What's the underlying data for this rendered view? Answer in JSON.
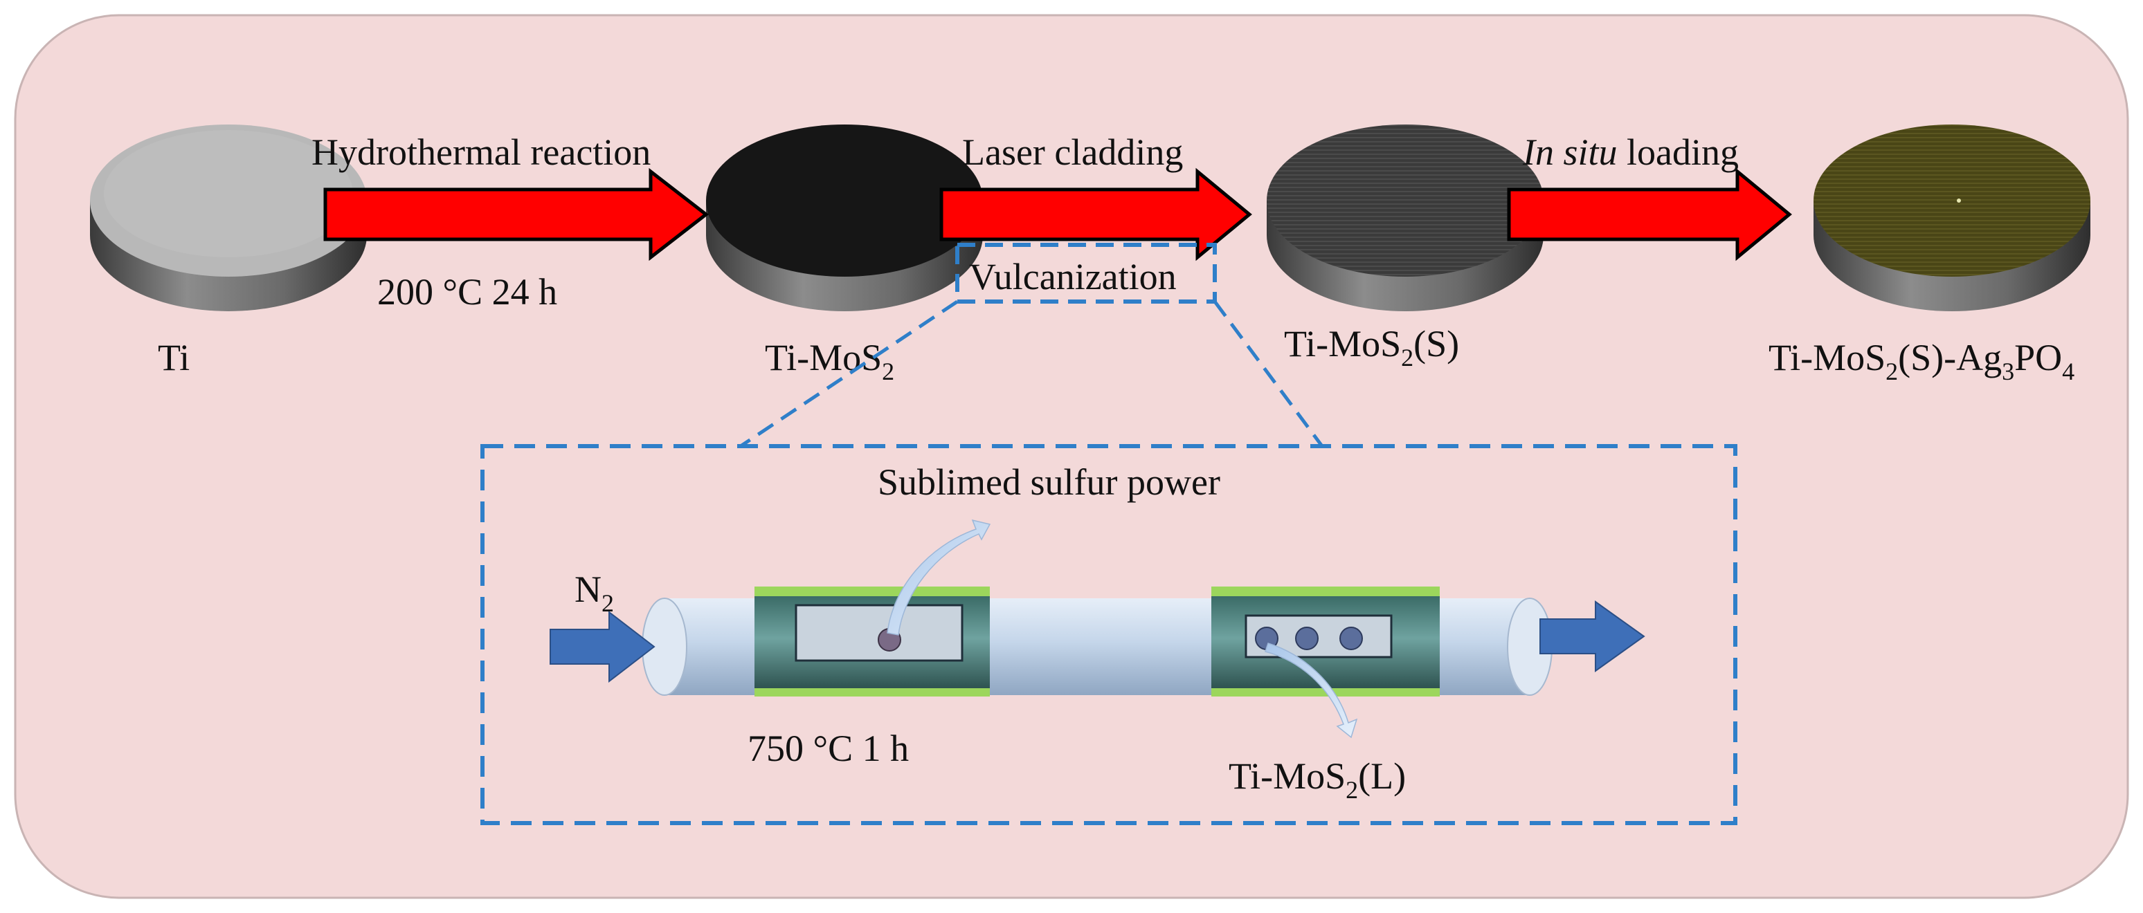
{
  "colors": {
    "panel_bg": "#f3d9d9",
    "panel_border": "#c9b4b4",
    "arrow_red": "#ff0000",
    "dash_blue": "#2f7fc9",
    "flow_arrow": "#3e6fb8",
    "heater_green": "#9cd65c",
    "tube": "#c7d7ea",
    "disc_ti": "#b8b8b8",
    "disc_mos2": "#161616",
    "disc_mos2s": "#3a3a3a",
    "disc_ag": "#4e4a16"
  },
  "samples": [
    {
      "name": "Ti",
      "label": "Ti",
      "sub1": "",
      "mid": "",
      "sub2": "",
      "tail": ""
    },
    {
      "name": "Ti-MoS2",
      "label": "Ti-MoS",
      "sub1": "2",
      "mid": "",
      "sub2": "",
      "tail": ""
    },
    {
      "name": "Ti-MoS2(S)",
      "label": "Ti-MoS",
      "sub1": "2",
      "mid": "(S)",
      "sub2": "",
      "tail": ""
    },
    {
      "name": "Ti-MoS2(S)-Ag3PO4",
      "label": "Ti-MoS",
      "sub1": "2",
      "mid": "(S)-Ag",
      "sub2": "3",
      "tail": "PO",
      "sub3": "4"
    }
  ],
  "steps": [
    {
      "name": "Hydrothermal reaction",
      "top": "Hydrothermal reaction",
      "bottom": "200 °C 24 h"
    },
    {
      "name": "Laser cladding",
      "top": "Laser cladding",
      "bottom": "Vulcanization"
    },
    {
      "name": "In situ loading",
      "top_italic": "In situ",
      "top_rest": " loading",
      "bottom": ""
    }
  ],
  "inset": {
    "gas": "N",
    "gas_sub": "2",
    "sulfur": "Sublimed sulfur power",
    "condition": "750 °C 1 h",
    "sample": "Ti-MoS",
    "sample_sub": "2",
    "sample_tail": "(L)"
  }
}
